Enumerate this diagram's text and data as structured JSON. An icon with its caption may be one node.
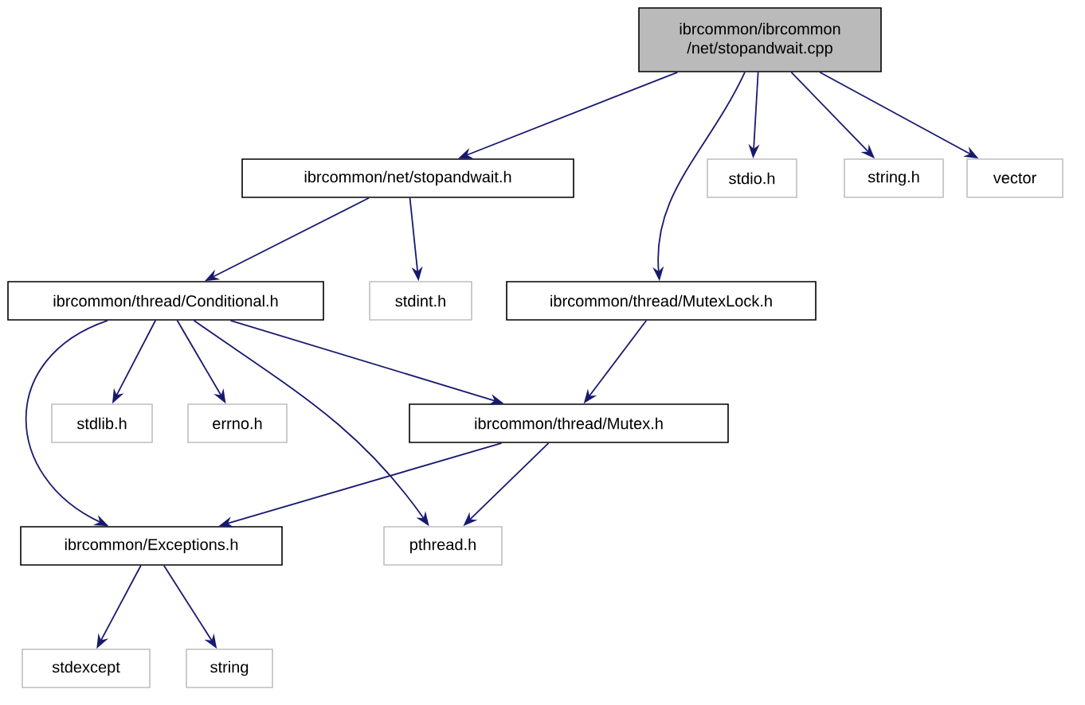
{
  "diagram": {
    "nodes": [
      {
        "text": [
          "ibrcommon/ibrcommon /net/stopandwait.cpp"
        ]
      },
      {
        "text": [
          "ibrcommon/net/stopandwait.h"
        ]
      },
      {
        "text": [
          "stdio.h"
        ]
      },
      {
        "text": [
          "string.h"
        ]
      },
      {
        "text": [
          "vector"
        ]
      },
      {
        "text": [
          "ibrcommon/thread/Conditional.h"
        ]
      },
      {
        "text": [
          "stdint.h"
        ]
      },
      {
        "text": [
          "ibrcommon/thread/MutexLock.h"
        ]
      },
      {
        "text": [
          "stdlib.h"
        ]
      },
      {
        "text": [
          "errno.h"
        ]
      },
      {
        "text": [
          "ibrcommon/thread/Mutex.h"
        ]
      },
      {
        "text": [
          "ibrcommon/Exceptions.h"
        ]
      },
      {
        "text": [
          "pthread.h"
        ]
      },
      {
        "text": [
          "stdexcept"
        ]
      },
      {
        "text": [
          "string"
        ]
      }
    ],
    "edges": [
      {
        "from": 0,
        "to": 1,
        "arrow": "to"
      },
      {
        "from": 0,
        "to": 7,
        "arrow": "to"
      },
      {
        "from": 0,
        "to": 2,
        "arrow": "to"
      },
      {
        "from": 0,
        "to": 3,
        "arrow": "to"
      },
      {
        "from": 0,
        "to": 4,
        "arrow": "to"
      },
      {
        "from": 1,
        "to": 5,
        "arrow": "to"
      },
      {
        "from": 1,
        "to": 6,
        "arrow": "to"
      },
      {
        "from": 5,
        "to": 11,
        "arrow": "to"
      },
      {
        "from": 5,
        "to": 8,
        "arrow": "to"
      },
      {
        "from": 5,
        "to": 9,
        "arrow": "to"
      },
      {
        "from": 5,
        "to": 12,
        "arrow": "to"
      },
      {
        "from": 5,
        "to": 10,
        "arrow": "to"
      },
      {
        "from": 7,
        "to": 10,
        "arrow": "to"
      },
      {
        "from": 10,
        "to": 11,
        "arrow": "to"
      },
      {
        "from": 10,
        "to": 12,
        "arrow": "to"
      },
      {
        "from": 11,
        "to": 13,
        "arrow": "to"
      },
      {
        "from": 11,
        "to": 14,
        "arrow": "to"
      }
    ]
  }
}
